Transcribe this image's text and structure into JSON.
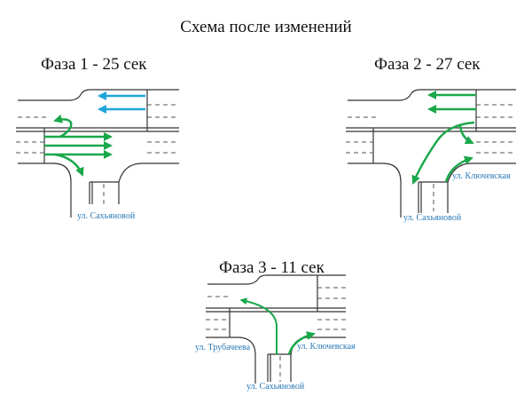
{
  "title": "Схема после изменений",
  "colors": {
    "green_arrow": "#1aa84a",
    "blue_arrow": "#1ea5dc",
    "road": "#333333",
    "street_label": "#2a7ab8"
  },
  "phases": [
    {
      "label": "Фаза 1 - 25 сек",
      "streets": [
        "ул. Сахьяновой"
      ],
      "arrows": [
        "blue-left-x2",
        "green-straight-x3",
        "green-u-turn",
        "green-right-turn"
      ]
    },
    {
      "label": "Фаза 2 - 27 сек",
      "streets": [
        "ул. Ключевская",
        "ул. Сахьяновой"
      ],
      "arrows": [
        "green-left-x2",
        "green-left-turn",
        "green-right-turn",
        "green-from-south-right"
      ]
    },
    {
      "label": "Фаза 3 - 11 сек",
      "streets": [
        "ул. Трубачеева",
        "ул. Ключевская",
        "ул. Сахьяновой"
      ],
      "arrows": [
        "green-left-turn",
        "green-right-turn"
      ]
    }
  ]
}
